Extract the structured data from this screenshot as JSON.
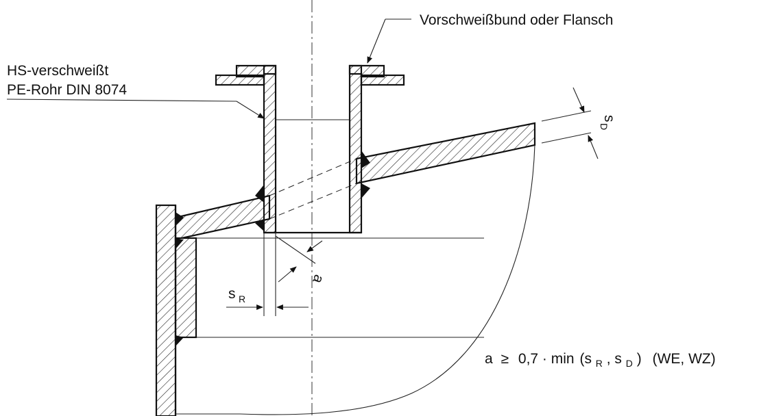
{
  "labels": {
    "flange": "Vorschweißbund oder Flansch",
    "pipe_line1": "HS-verschweißt",
    "pipe_line2": "PE-Rohr DIN 8074",
    "s_r_main": "s",
    "s_r_sub": "R",
    "s_d_main": "s",
    "s_d_sub": "D",
    "weld_a": "a",
    "formula_a": "a",
    "formula_ge": "≥",
    "formula_factor": "0,7 · min",
    "formula_open": "(s",
    "formula_sub_r": "R",
    "formula_comma": ", s",
    "formula_sub_d": "D",
    "formula_close": ")",
    "formula_classes": "(WE, WZ)"
  }
}
